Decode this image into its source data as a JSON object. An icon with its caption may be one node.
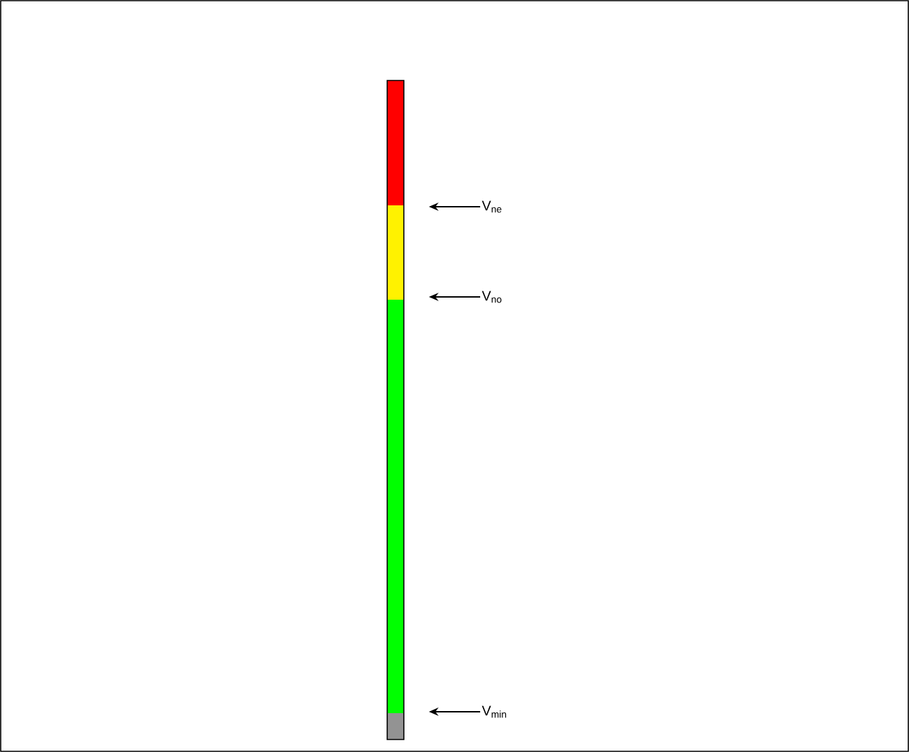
{
  "diagram": {
    "nodes": [
      {
        "text": [
          "V$_{ne}$"
        ]
      },
      {
        "text": [
          "V$_{no}$"
        ]
      },
      {
        "text": [
          "V$_{min}$"
        ]
      }
    ],
    "edges": [
      {
        "from": 0,
        "to": null,
        "arrow": "to"
      },
      {
        "from": 1,
        "to": null,
        "arrow": "to"
      },
      {
        "from": 2,
        "to": null,
        "arrow": "to"
      }
    ]
  }
}
